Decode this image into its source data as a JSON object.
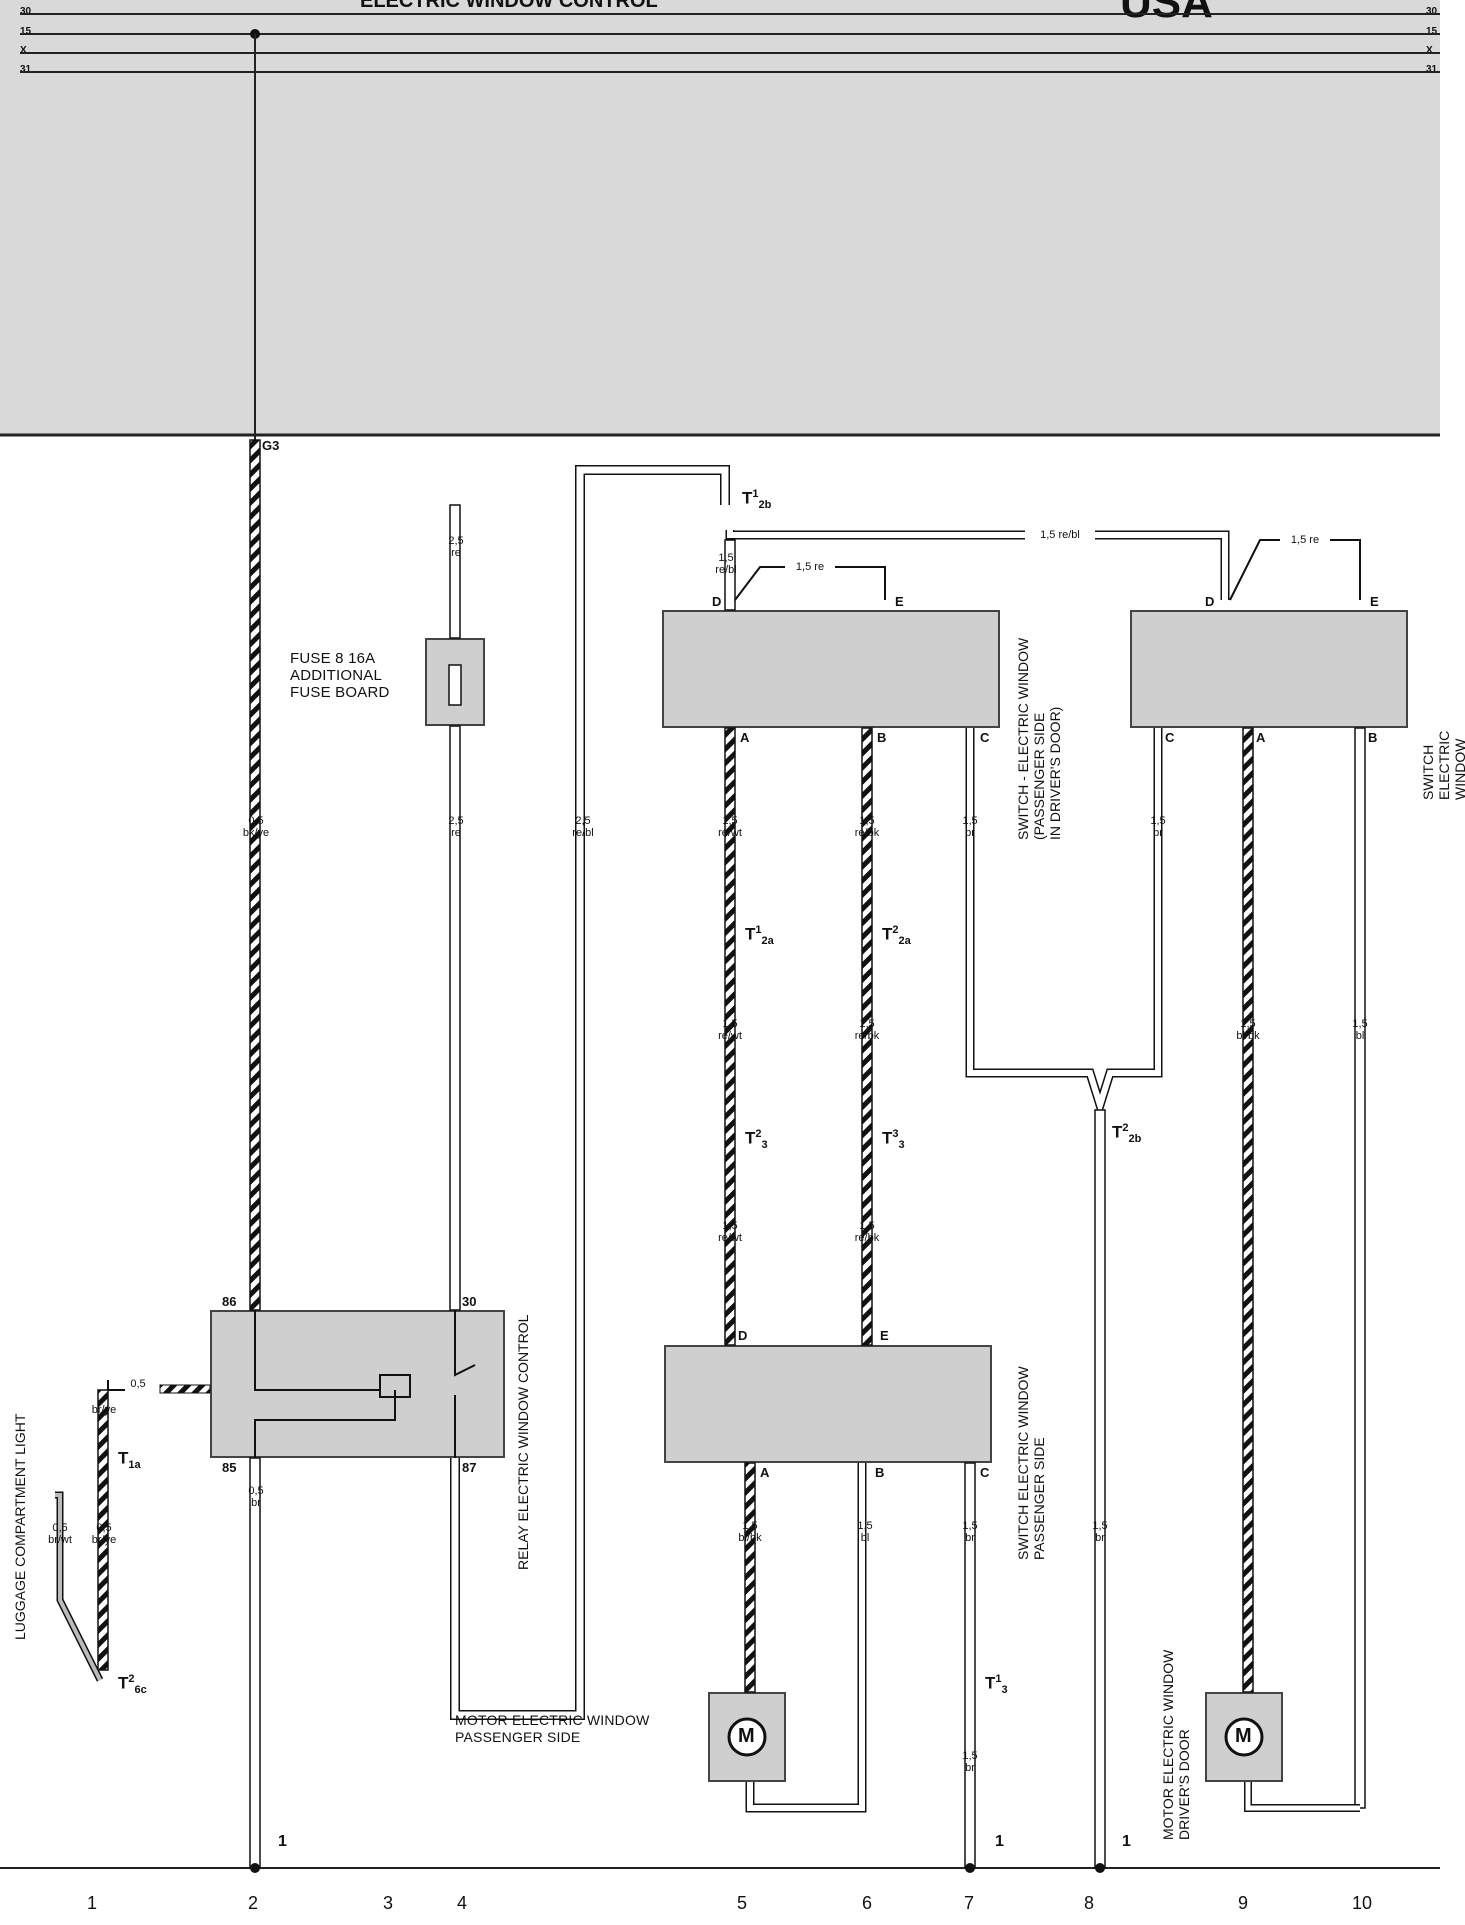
{
  "header": {
    "title": "ELECTRIC WINDOW CONTROL",
    "region": "USA",
    "rails": [
      "30",
      "15",
      "X",
      "31"
    ]
  },
  "fuse": {
    "label": "FUSE 8  16A\nADDITIONAL\nFUSE BOARD"
  },
  "relay": {
    "label": "RELAY  ELECTRIC WINDOW CONTROL",
    "pins": [
      "86",
      "30",
      "85",
      "87"
    ]
  },
  "switch_passenger_in_driver_door": {
    "label": "SWITCH - ELECTRIC WINDOW\n(PASSENGER SIDE\nIN DRIVER'S DOOR)",
    "pins": [
      "D",
      "E",
      "A",
      "B",
      "C"
    ]
  },
  "switch_driver": {
    "label": "SWITCH  ELECTRIC WINDOW\nDRIVER'S DOOR",
    "pins": [
      "D",
      "E",
      "C",
      "A",
      "B"
    ]
  },
  "switch_passenger": {
    "label": "SWITCH ELECTRIC WINDOW\nPASSENGER SIDE",
    "pins": [
      "D",
      "E",
      "A",
      "B",
      "C"
    ]
  },
  "motor_passenger": {
    "label": "MOTOR  ELECTRIC WINDOW\nPASSENGER SIDE",
    "symbol": "M"
  },
  "motor_driver": {
    "label": "MOTOR ELECTRIC WINDOW\nDRIVER'S DOOR",
    "symbol": "M"
  },
  "luggage_light": {
    "label": "LUGGAGE COMPARTMENT LIGHT"
  },
  "ground_point": "G3",
  "ground_marker": "1",
  "connectors": {
    "t2b_1": {
      "base": "T",
      "sub": "2b",
      "sup": "1"
    },
    "t2a_1": {
      "base": "T",
      "sub": "2a",
      "sup": "1"
    },
    "t2a_2": {
      "base": "T",
      "sub": "2a",
      "sup": "2"
    },
    "t3_2": {
      "base": "T",
      "sub": "3",
      "sup": "2"
    },
    "t3_3": {
      "base": "T",
      "sub": "3",
      "sup": "3"
    },
    "t2b_2": {
      "base": "T",
      "sub": "2b",
      "sup": "2"
    },
    "t1a": {
      "base": "T",
      "sub": "1a",
      "sup": ""
    },
    "t6c_2": {
      "base": "T",
      "sub": "6c",
      "sup": "2"
    },
    "t3_1": {
      "base": "T",
      "sub": "3",
      "sup": "1"
    }
  },
  "wires": {
    "w_bkye": {
      "size": "0,5",
      "color": "bk/ye"
    },
    "w_re_top": {
      "size": "2,5",
      "color": "re"
    },
    "w_re_mid": {
      "size": "2,5",
      "color": "re"
    },
    "w_rebl_25": {
      "size": "2,5",
      "color": "re/bl"
    },
    "w_rebl_15a": {
      "size": "1,5",
      "color": "re/bl"
    },
    "w_rebl_15b": {
      "size": "1,5",
      "color": "re/bl"
    },
    "w_re_15a": {
      "size": "1,5",
      "color": "re"
    },
    "w_re_15b": {
      "size": "1,5",
      "color": "re"
    },
    "w_rewt_1": {
      "size": "1,5",
      "color": "re/wt"
    },
    "w_rewt_2": {
      "size": "1,5",
      "color": "re/wt"
    },
    "w_rewt_3": {
      "size": "1,5",
      "color": "re/wt"
    },
    "w_rebk_1": {
      "size": "1,5",
      "color": "re/bk"
    },
    "w_rebk_2": {
      "size": "1,5",
      "color": "re/bk"
    },
    "w_rebk_3": {
      "size": "1,5",
      "color": "re/bk"
    },
    "w_br_c1": {
      "size": "1,5",
      "color": "br"
    },
    "w_br_c2": {
      "size": "1,5",
      "color": "br"
    },
    "w_blbk_9": {
      "size": "1,5",
      "color": "bl/bk"
    },
    "w_bl_10": {
      "size": "1,5",
      "color": "bl"
    },
    "w_br_85": {
      "size": "0,5",
      "color": "br"
    },
    "w_blbk_5": {
      "size": "1,5",
      "color": "bl/bk"
    },
    "w_bl_6": {
      "size": "1,5",
      "color": "bl"
    },
    "w_br_7a": {
      "size": "1,5",
      "color": "br"
    },
    "w_br_7b": {
      "size": "1,5",
      "color": "br"
    },
    "w_br_8": {
      "size": "1,5",
      "color": "br"
    },
    "w_05_top": {
      "size": "0,5",
      "color": ""
    },
    "w_brye_1": {
      "size": "",
      "color": "br/ye"
    },
    "w_brwt": {
      "size": "0,5",
      "color": "br/wt"
    },
    "w_brye_2": {
      "size": "0,5",
      "color": "br/ye"
    }
  },
  "columns": [
    "1",
    "2",
    "3",
    "4",
    "5",
    "6",
    "7",
    "8",
    "9",
    "10"
  ]
}
